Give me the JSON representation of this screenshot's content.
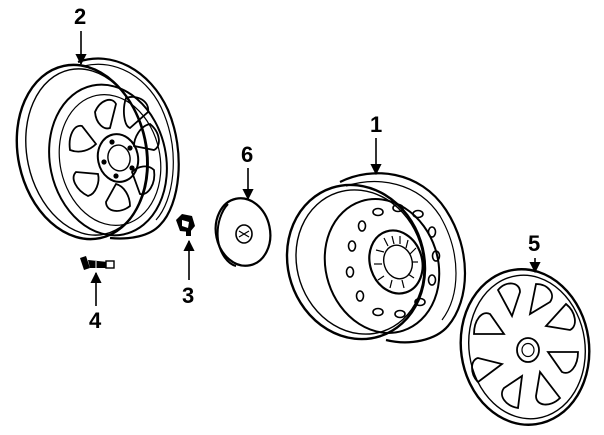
{
  "callouts": [
    {
      "id": "1",
      "label": "1",
      "part": "steel-wheel"
    },
    {
      "id": "2",
      "label": "2",
      "part": "alloy-wheel"
    },
    {
      "id": "3",
      "label": "3",
      "part": "lug-nut"
    },
    {
      "id": "4",
      "label": "4",
      "part": "valve-stem"
    },
    {
      "id": "5",
      "label": "5",
      "part": "wheel-cover"
    },
    {
      "id": "6",
      "label": "6",
      "part": "center-cap"
    }
  ],
  "colors": {
    "ink": "#000000",
    "background": "#ffffff"
  }
}
